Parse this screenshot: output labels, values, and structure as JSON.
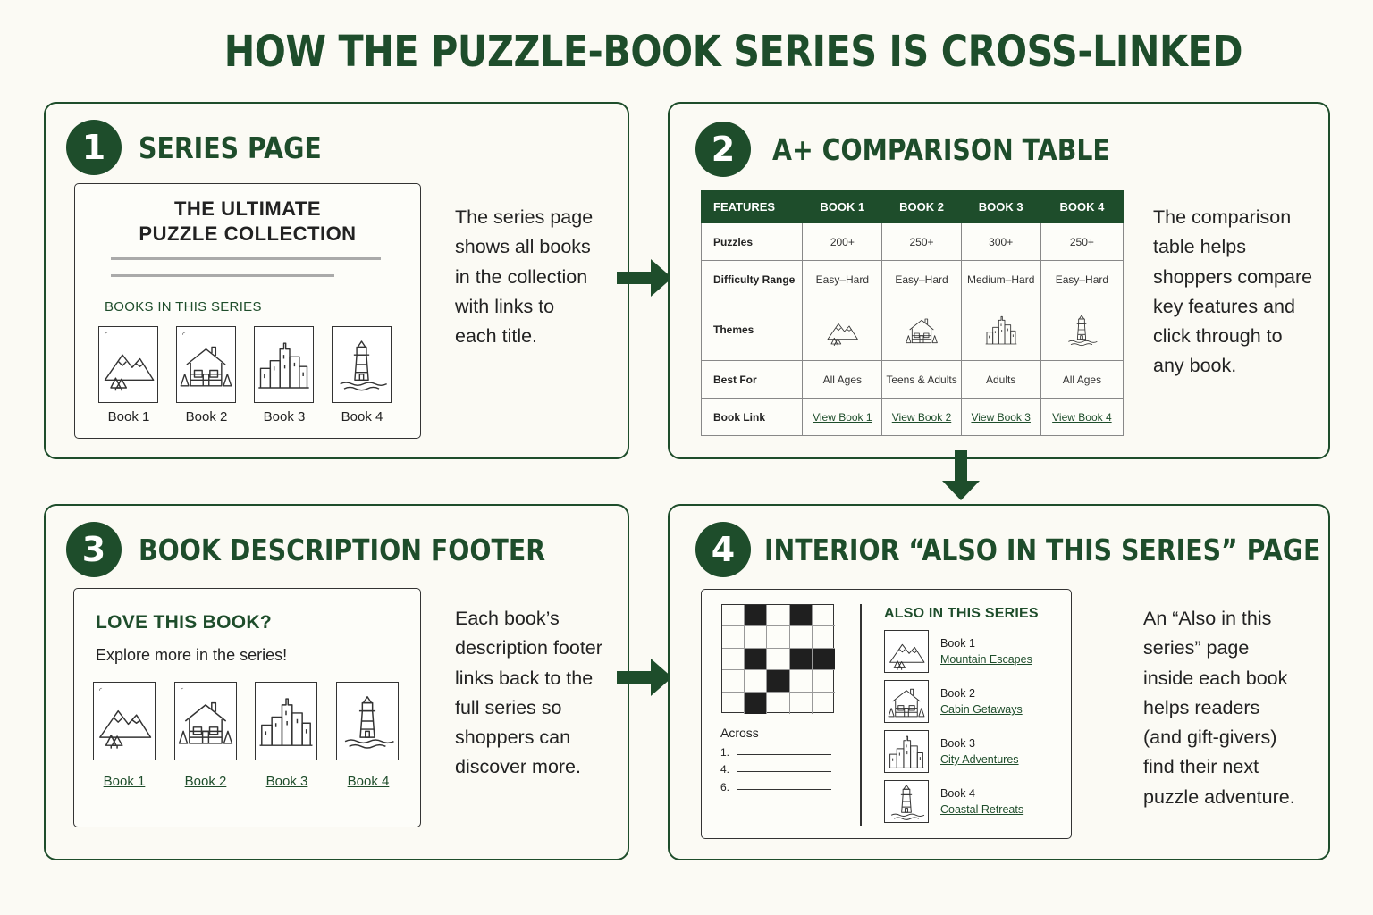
{
  "title": "HOW THE PUZZLE-BOOK SERIES IS CROSS-LINKED",
  "colors": {
    "accent": "#1e4d2b",
    "background": "#fbfaf4"
  },
  "panels": [
    {
      "number": "1",
      "heading": "SERIES PAGE",
      "card_title_line1": "THE ULTIMATE",
      "card_title_line2": "PUZZLE COLLECTION",
      "books_heading": "BOOKS IN THIS SERIES",
      "books": [
        {
          "label": "Book 1",
          "icon": "mountains-icon"
        },
        {
          "label": "Book 2",
          "icon": "cabin-icon"
        },
        {
          "label": "Book 3",
          "icon": "city-icon"
        },
        {
          "label": "Book 4",
          "icon": "lighthouse-icon"
        }
      ],
      "description": [
        "The series page",
        "shows all books",
        "in the collection",
        "with links to",
        "each title."
      ]
    },
    {
      "number": "2",
      "heading": "A+ COMPARISON TABLE",
      "table": {
        "headers": [
          "FEATURES",
          "BOOK 1",
          "BOOK 2",
          "BOOK 3",
          "BOOK 4"
        ],
        "rows": [
          {
            "label": "Puzzles",
            "values": [
              "200+",
              "250+",
              "300+",
              "250+"
            ]
          },
          {
            "label": "Difficulty Range",
            "values": [
              "Easy–Hard",
              "Easy–Hard",
              "Medium–Hard",
              "Easy–Hard"
            ]
          },
          {
            "label": "Themes",
            "icons": [
              "mountains-icon",
              "cabin-icon",
              "city-icon",
              "lighthouse-icon"
            ]
          },
          {
            "label": "Best For",
            "values": [
              "All Ages",
              "Teens & Adults",
              "Adults",
              "All Ages"
            ]
          },
          {
            "label": "Book Link",
            "links": [
              "View Book 1",
              "View Book 2",
              "View Book 3",
              "View Book 4"
            ]
          }
        ]
      },
      "description": [
        "The comparison",
        "table helps",
        "shoppers compare",
        "key features and",
        "click through to",
        "any book."
      ]
    },
    {
      "number": "3",
      "heading": "BOOK DESCRIPTION FOOTER",
      "card_title": "LOVE THIS BOOK?",
      "card_subtitle": "Explore more in the series!",
      "books": [
        {
          "label": "Book 1",
          "icon": "mountains-icon"
        },
        {
          "label": "Book 2",
          "icon": "cabin-icon"
        },
        {
          "label": "Book 3",
          "icon": "city-icon"
        },
        {
          "label": "Book 4",
          "icon": "lighthouse-icon"
        }
      ],
      "description": [
        "Each book’s",
        "description footer",
        "links back to the",
        "full series so",
        "shoppers can",
        "discover more."
      ]
    },
    {
      "number": "4",
      "heading": "INTERIOR “ALSO IN THIS SERIES” PAGE",
      "crossword": {
        "across_title": "Across",
        "clues": [
          "1.",
          "4.",
          "6."
        ]
      },
      "also_title": "ALSO IN THIS SERIES",
      "also_items": [
        {
          "book": "Book 1",
          "link": "Mountain Escapes",
          "icon": "mountains-icon"
        },
        {
          "book": "Book 2",
          "link": "Cabin Getaways",
          "icon": "cabin-icon"
        },
        {
          "book": "Book 3",
          "link": "City Adventures",
          "icon": "city-icon"
        },
        {
          "book": "Book 4",
          "link": "Coastal Retreats",
          "icon": "lighthouse-icon"
        }
      ],
      "description": [
        "An “Also in this",
        "series” page",
        "inside each book",
        "helps readers",
        "(and gift-givers)",
        "find their next",
        "puzzle adventure."
      ]
    }
  ]
}
